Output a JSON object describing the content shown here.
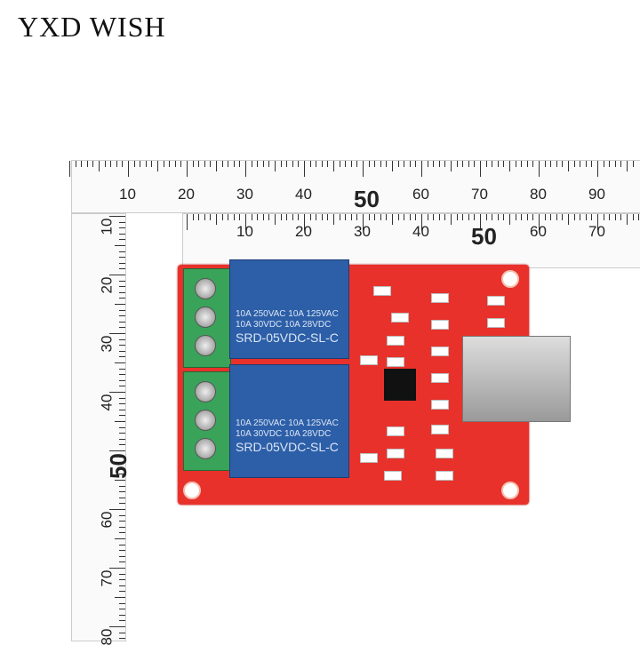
{
  "brand": "YXD WISH",
  "ruler_top": {
    "labels": [
      "10",
      "20",
      "30",
      "40",
      "50",
      "60",
      "70",
      "80",
      "90"
    ]
  },
  "ruler_second": {
    "labels": [
      "10",
      "20",
      "30",
      "40",
      "50",
      "60",
      "70"
    ]
  },
  "ruler_left": {
    "labels": [
      "10",
      "20",
      "30",
      "40",
      "50",
      "60",
      "70",
      "80"
    ]
  },
  "relay": {
    "line1": "10A 250VAC  10A 125VAC",
    "line2": "10A   30VDC  10A   28VDC",
    "model": "SRD-05VDC-SL-C"
  },
  "colors": {
    "pcb": "#e8312b",
    "relay": "#2d5fa8",
    "terminal": "#3aa35a"
  }
}
